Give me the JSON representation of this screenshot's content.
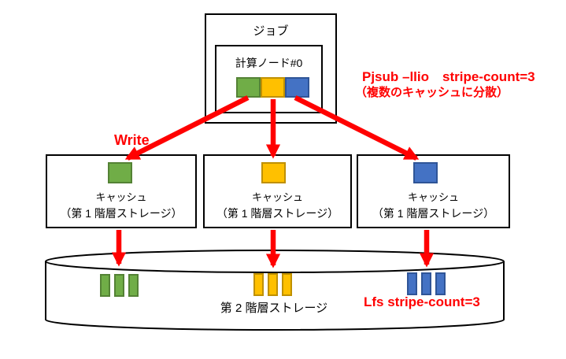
{
  "job": {
    "title": "ジョブ",
    "node_label": "計算ノード#0",
    "stripes": [
      "green",
      "yellow",
      "blue"
    ]
  },
  "annotations": {
    "pjsub_line1": "Pjsub –llio　stripe-count=3",
    "pjsub_line2": "（複数のキャッシュに分散）",
    "write_label": "Write",
    "lfs_label": "Lfs stripe-count=3"
  },
  "caches": [
    {
      "label": "キャッシュ",
      "sublabel": "（第 1 階層ストレージ）",
      "color_name": "green",
      "fill": "#70AD47",
      "border": "#548235"
    },
    {
      "label": "キャッシュ",
      "sublabel": "（第 1 階層ストレージ）",
      "color_name": "yellow",
      "fill": "#FFC000",
      "border": "#BF9000"
    },
    {
      "label": "キャッシュ",
      "sublabel": "（第 1 階層ストレージ）",
      "color_name": "blue",
      "fill": "#4472C4",
      "border": "#2F5597"
    }
  ],
  "tier2": {
    "label": "第 2 階層ストレージ",
    "stripe_groups": [
      "green",
      "yellow",
      "blue"
    ],
    "bars_per_group": 3
  },
  "colors": {
    "arrow_red": "#FF0000",
    "text_red": "#FF0000",
    "box_border": "#000000",
    "background": "#FFFFFF"
  }
}
